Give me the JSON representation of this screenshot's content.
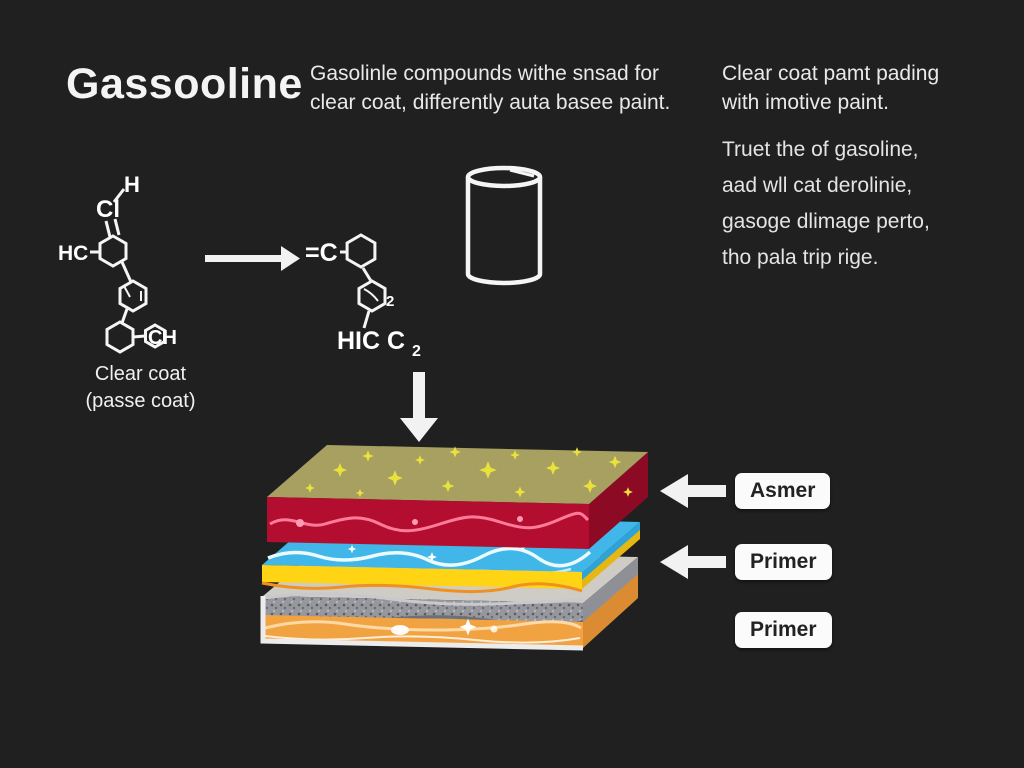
{
  "title": "Gassooline",
  "intro": {
    "line1": "Gasolinle compounds withe snsad for",
    "line2": "clear coat, differently auta basee paint."
  },
  "right_panel": {
    "para1_line1": "Clear coat pamt pading",
    "para1_line2": "with imotive paint.",
    "para2_line1": "Truet the of gasoline,",
    "para2_line2": "aad wll cat derolinie,",
    "para2_line3": "gasoge dlimage perto,",
    "para2_line4": "tho pala trip rige."
  },
  "molecule_left": {
    "atom_h": "H",
    "atom_cl": "Cl",
    "atom_hc": "HC",
    "atom_ch": "CH",
    "caption_line1": "Clear coat",
    "caption_line2": "(passe coat)"
  },
  "molecule_mid": {
    "atom_c": "=C",
    "ring_sub": "2",
    "formula": "HIC C",
    "formula_sub": "2"
  },
  "layer_labels": {
    "label1": "Asmer",
    "label2": "Primer",
    "label3": "Primer"
  },
  "colors": {
    "background": "#202020",
    "clear_coat_top": "#a7a061",
    "sparkle_yellow": "#e9e23c",
    "base_coat_red": "#b30e2f",
    "base_coat_red_side": "#8d0a24",
    "wave_pink": "#ff7b9a",
    "mid_layer_cyan": "#41b7e9",
    "mid_layer_yellow": "#ffd415",
    "primer_gray": "#97979e",
    "primer_top_gray": "#cfccc6",
    "primer_orange": "#f2a341",
    "line_white": "#f2f2f2",
    "label_box_bg": "#fbfbfb",
    "label_text": "#222222"
  }
}
